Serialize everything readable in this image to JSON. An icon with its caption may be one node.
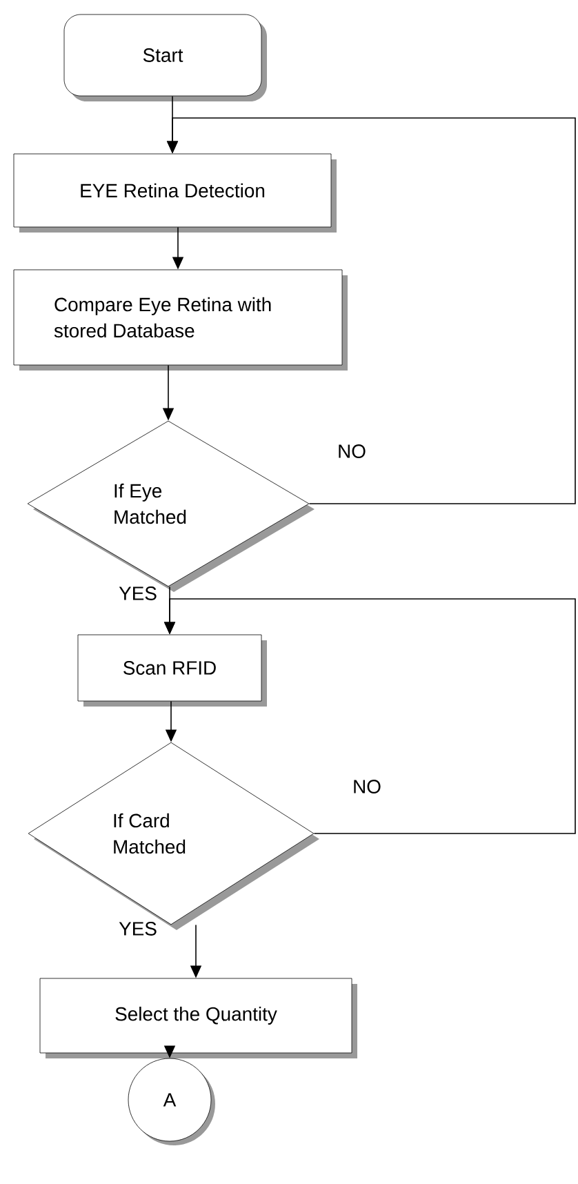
{
  "diagram": {
    "nodes": [
      {
        "text": [
          "Start"
        ]
      },
      {
        "text": [
          "EYE Retina Detection"
        ]
      },
      {
        "text": [
          "Compare Eye Retina with stored Database"
        ]
      },
      {
        "text": [
          "If Eye Matched"
        ]
      },
      {
        "text": [
          "Scan RFID"
        ]
      },
      {
        "text": [
          "If Card Matched"
        ]
      },
      {
        "text": [
          "Select the Quantity"
        ]
      },
      {
        "text": [
          "A"
        ]
      }
    ],
    "edges": [
      {
        "from": 0,
        "to": 1,
        "arrow": "to"
      },
      {
        "from": 1,
        "to": 2,
        "arrow": "to"
      },
      {
        "from": 2,
        "to": 3,
        "arrow": "to"
      },
      {
        "from": 3,
        "to": 4,
        "arrow": "to",
        "label": "YES"
      },
      {
        "from": 4,
        "to": 5,
        "arrow": "to"
      },
      {
        "from": 5,
        "to": 6,
        "arrow": "to",
        "label": "YES"
      },
      {
        "from": 6,
        "to": 7,
        "arrow": "to"
      },
      {
        "from": 3,
        "to": 1,
        "arrow": "to",
        "label": "NO"
      },
      {
        "from": 5,
        "to": 4,
        "arrow": "to",
        "label": "NO"
      }
    ]
  }
}
